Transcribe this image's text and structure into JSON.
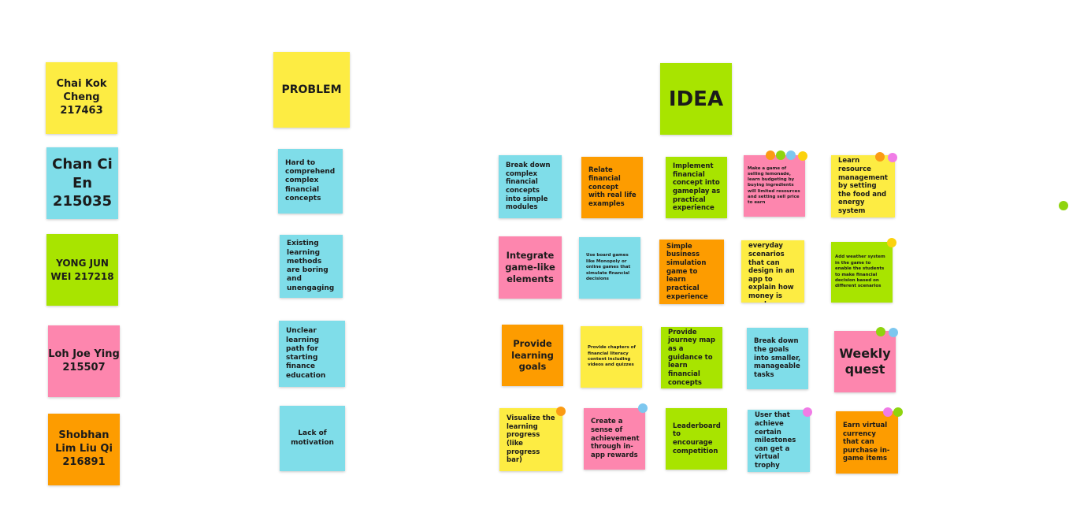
{
  "colors": {
    "yellow": "#fdec43",
    "cyan": "#7fdde9",
    "green": "#a8e400",
    "pink": "#fd86ae",
    "orange": "#fd9c00",
    "dot_orange": "#fb9b14",
    "dot_lime": "#8fd40f",
    "dot_blue": "#7dc7ef",
    "dot_yellow": "#fbd20d",
    "dot_pink": "#f07ce6"
  },
  "members": [
    {
      "text": "Chai Kok Cheng 217463"
    },
    {
      "text": "Chan Ci En 215035"
    },
    {
      "text": "YONG JUN WEI 217218"
    },
    {
      "text": "Loh Joe Ying 215507"
    },
    {
      "text": "Shobhan Lim Liu Qi 216891"
    }
  ],
  "problem": {
    "header": "PROBLEM",
    "items": [
      {
        "text": "Hard to comprehend complex financial concepts"
      },
      {
        "text": "Existing learning methods are boring and unengaging"
      },
      {
        "text": "Unclear learning path for starting finance education"
      },
      {
        "text": "Lack of motivation"
      }
    ]
  },
  "idea": {
    "header": "IDEA",
    "rows": [
      [
        {
          "text": "Break down complex financial concepts into simple modules"
        },
        {
          "text": "Relate financial concept with real life examples"
        },
        {
          "text": "Implement financial concept into gameplay as practical experience"
        },
        {
          "text": "Make a game of selling lemonade, learn budgeting by buying ingredients will limited resources and setting sell price to earn"
        },
        {
          "text": "Learn resource management by setting the food and energy system"
        }
      ],
      [
        {
          "text": "Integrate game-like elements"
        },
        {
          "text": "Use board games like Monopoly or online games that simulate financial decisions"
        },
        {
          "text": "Simple business simulation game to learn practical experience"
        },
        {
          "text": "Use everyday scenarios that can design in an app to explain how money is used"
        },
        {
          "text": "Add weather system in the game to enable the students to make financial decision based on different scenarios"
        }
      ],
      [
        {
          "text": "Provide learning goals"
        },
        {
          "text": "Provide chapters of financial literacy content including videos and quizzes"
        },
        {
          "text": "Provide journey map as a guidance to learn financial concepts"
        },
        {
          "text": "Break down the goals into smaller, manageable tasks"
        },
        {
          "text": "Weekly quest"
        }
      ],
      [
        {
          "text": "Visualize the learning progress (like progress bar)"
        },
        {
          "text": "Create a sense of achievement through in-app rewards"
        },
        {
          "text": "Leaderboard to encourage competition"
        },
        {
          "text": "User that achieve certain milestones can get a virtual trophy"
        },
        {
          "text": "Earn virtual currency that can purchase in-game items"
        }
      ]
    ]
  }
}
